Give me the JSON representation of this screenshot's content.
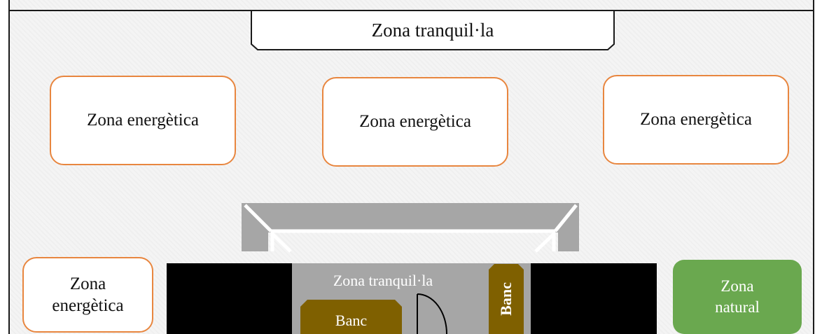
{
  "title": "Zona tranquil·la",
  "energy_zones": [
    {
      "label": "Zona energètica"
    },
    {
      "label": "Zona energètica"
    },
    {
      "label": "Zona energètica"
    },
    {
      "label": "Zona\nenergètica"
    }
  ],
  "natural_zone": {
    "label": "Zona\nnatural"
  },
  "corridor": {
    "label": "Zona tranquil·la"
  },
  "benches": {
    "vertical": "Banc",
    "horizontal": "Banc"
  },
  "colors": {
    "energy_border": "#e8863f",
    "natural_fill": "#6aa84f",
    "bench_fill": "#7f6000",
    "corridor_fill": "#a6a6a6",
    "wall_fill": "#000000",
    "stair_fill": "#a6a6a6"
  }
}
